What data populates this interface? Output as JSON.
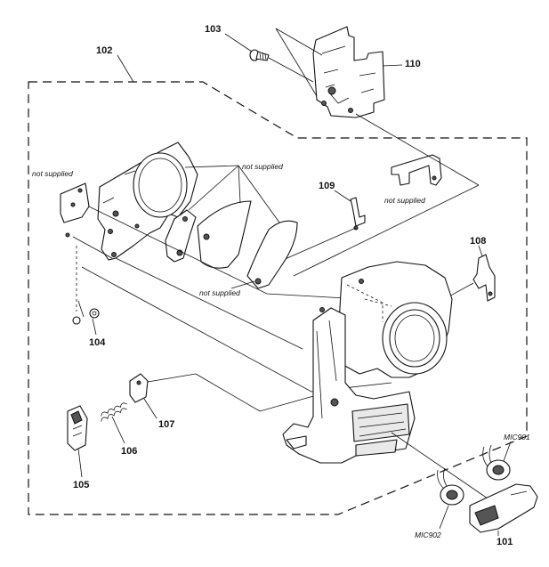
{
  "labels": {
    "p101": "101",
    "p102": "102",
    "p103": "103",
    "p104": "104",
    "p105": "105",
    "p106": "106",
    "p107": "107",
    "p108": "108",
    "p109": "109",
    "p110": "110",
    "mic901": "MIC901",
    "mic902": "MIC902"
  },
  "notes": {
    "not_supplied_1": "not supplied",
    "not_supplied_2": "not supplied",
    "not_supplied_3": "not supplied",
    "not_supplied_4": "not supplied"
  }
}
